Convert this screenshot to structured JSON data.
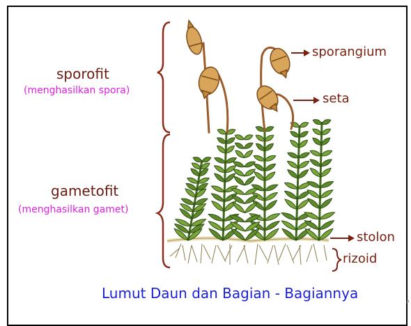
{
  "labels": {
    "sporofit": "sporofit",
    "sporofit_desc": "(menghasilkan spora)",
    "gametofit": "gametofit",
    "gametofit_desc": "(menghasilkan gamet)",
    "sporangium": "sporangium",
    "seta": "seta",
    "stolon": "stolon",
    "rizoid": "rizoid"
  },
  "caption": "Lumut Daun dan Bagian - Bagiannya",
  "credit": "P",
  "colors": {
    "leaf": "#5f8a2c",
    "leaf_dark": "#2f4d12",
    "capsule": "#d9a55a",
    "seta": "#9a5a2a",
    "bracket": "#8b2d1a",
    "caption": "#1a20d8",
    "subtext": "#e020e0"
  }
}
